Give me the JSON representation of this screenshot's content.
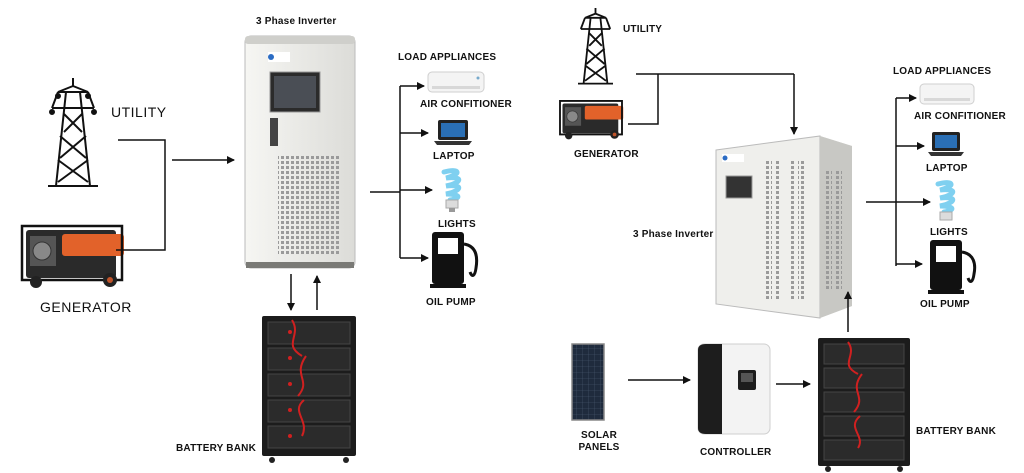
{
  "left": {
    "inverter_title": "3 Phase Inverter",
    "utility_label": "UTILITY",
    "generator_label": "GENERATOR",
    "battery_label": "BATTERY BANK",
    "loads_title": "LOAD APPLIANCES",
    "loads": [
      "AIR CONFITIONER",
      "LAPTOP",
      "LIGHTS",
      "OIL PUMP"
    ]
  },
  "right": {
    "utility_label": "UTILITY",
    "generator_label": "GENERATOR",
    "inverter_title": "3 Phase Inverter",
    "solar_label_line1": "SOLAR",
    "solar_label_line2": "PANELS",
    "controller_label": "CONTROLLER",
    "battery_label": "BATTERY BANK",
    "loads_title": "LOAD APPLIANCES",
    "loads": [
      "AIR CONFITIONER",
      "LAPTOP",
      "LIGHTS",
      "OIL PUMP"
    ]
  },
  "icons": {
    "utility": "transmission-tower-icon",
    "generator": "generator-icon",
    "inverter": "inverter-cabinet-icon",
    "battery": "battery-rack-icon",
    "air_conditioner": "air-conditioner-icon",
    "laptop": "laptop-icon",
    "lights": "cfl-bulb-icon",
    "oil_pump": "fuel-pump-icon",
    "solar": "solar-panel-icon",
    "controller": "charge-controller-icon"
  },
  "colors": {
    "line": "#111111",
    "generator_accent": "#e2622a",
    "battery_body": "#1c1c1c",
    "battery_cable": "#d02020",
    "inverter_body": "#efefec",
    "bulb": "#7fd0f0"
  }
}
